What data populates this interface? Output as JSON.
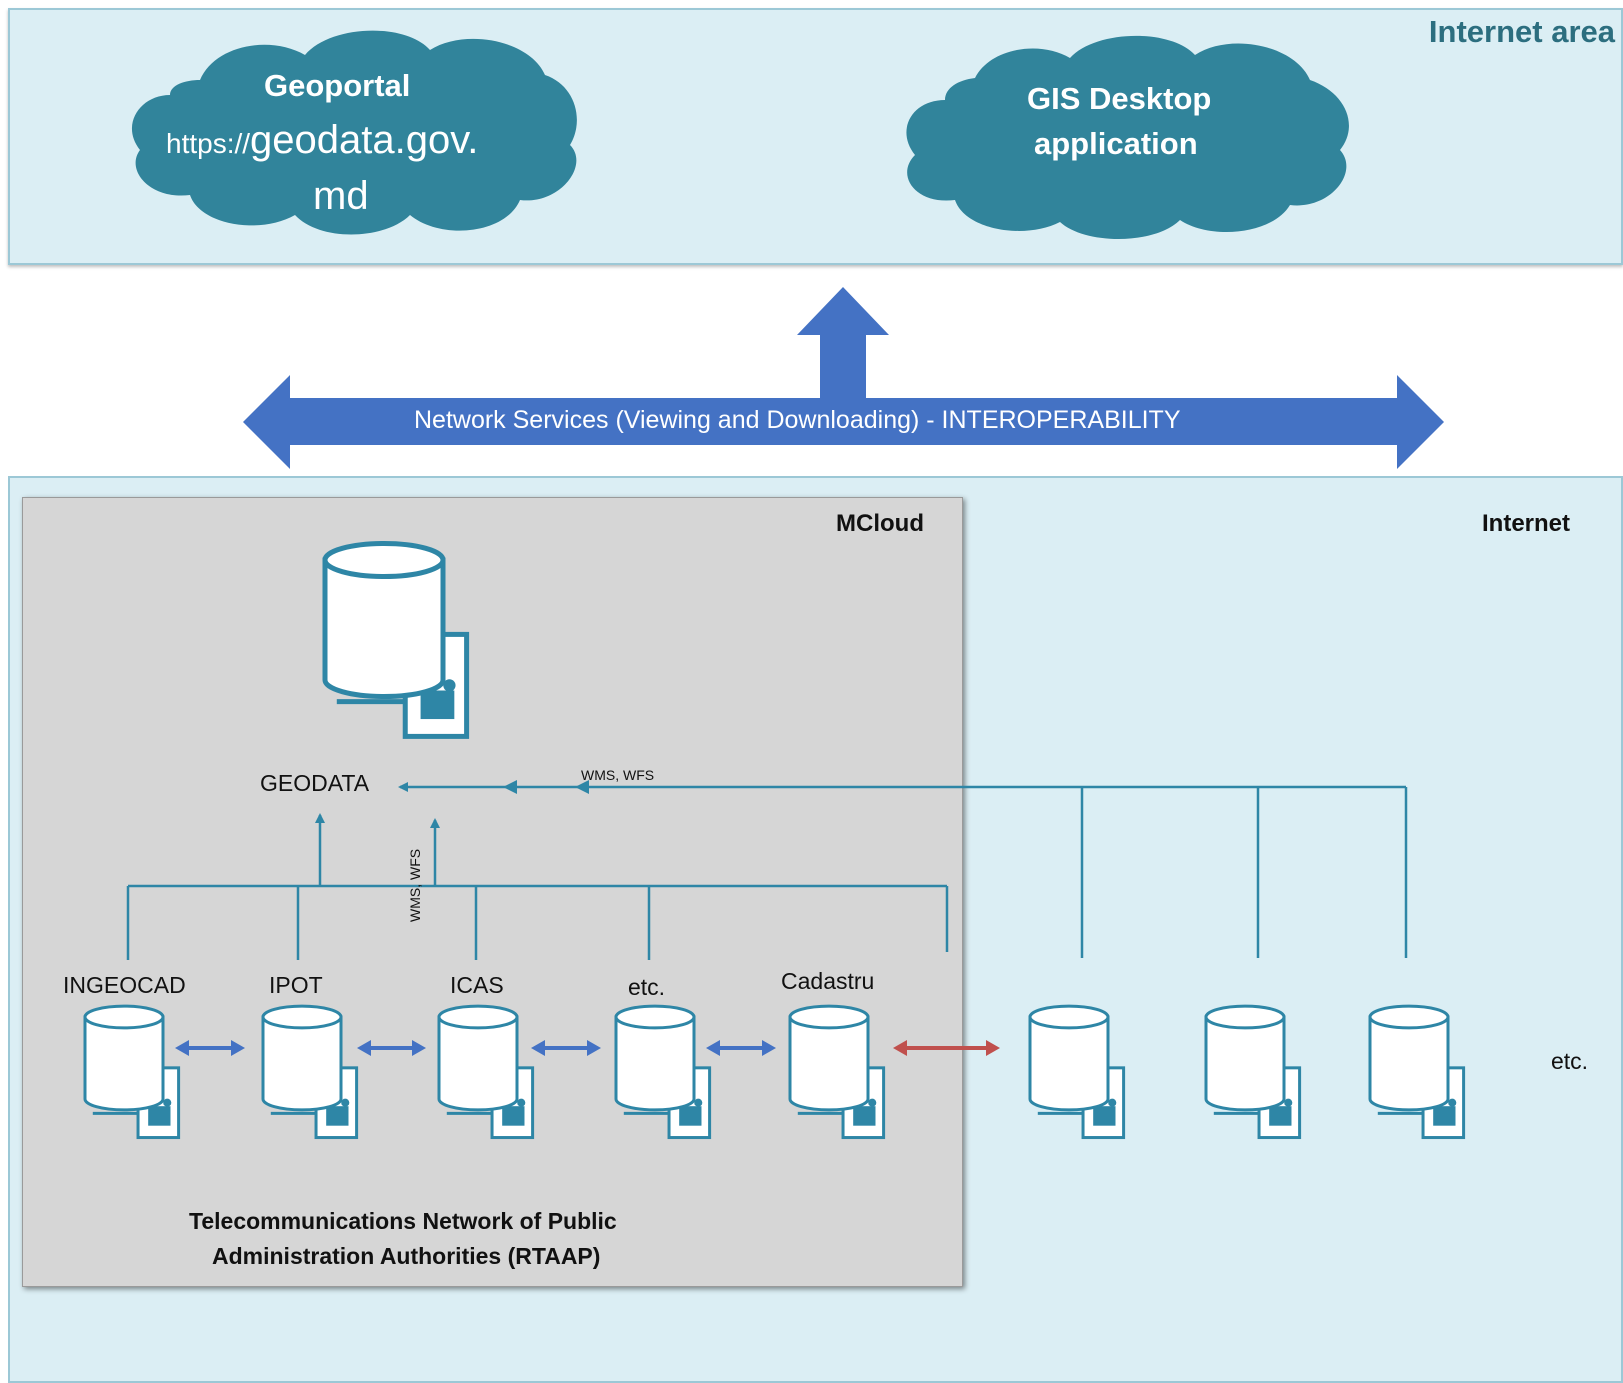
{
  "internet_area": {
    "title": "Internet area"
  },
  "clouds": {
    "geoportal": {
      "title": "Geoportal",
      "url_prefix": "https://",
      "url_main": "geodata.gov.",
      "url_tail": "md"
    },
    "gis_desktop": {
      "line1": "GIS Desktop",
      "line2": "application"
    }
  },
  "network_services": {
    "label": "Network Services (Viewing and Downloading) - INTEROPERABILITY"
  },
  "lower_area": {
    "mcloud_label": "MCloud",
    "internet_label": "Internet",
    "geodata_label": "GEODATA",
    "wms_wfs_horizontal": "WMS, WFS",
    "wms_wfs_vertical": "WMS, WFS",
    "nodes": [
      "INGEOCAD",
      "IPOT",
      "ICAS",
      "etc.",
      "Cadastru"
    ],
    "external_etc": "etc.",
    "rtaap_line1": "Telecommunications Network of Public",
    "rtaap_line2": "Administration Authorities (RTAAP)"
  },
  "colors": {
    "area_fill": "#dbeef4",
    "cloud_fill": "#31849b",
    "arrow_blue": "#4472c4",
    "line_teal": "#2e86a6",
    "link_red": "#c0504d",
    "zone_title": "#2c6e7f"
  }
}
